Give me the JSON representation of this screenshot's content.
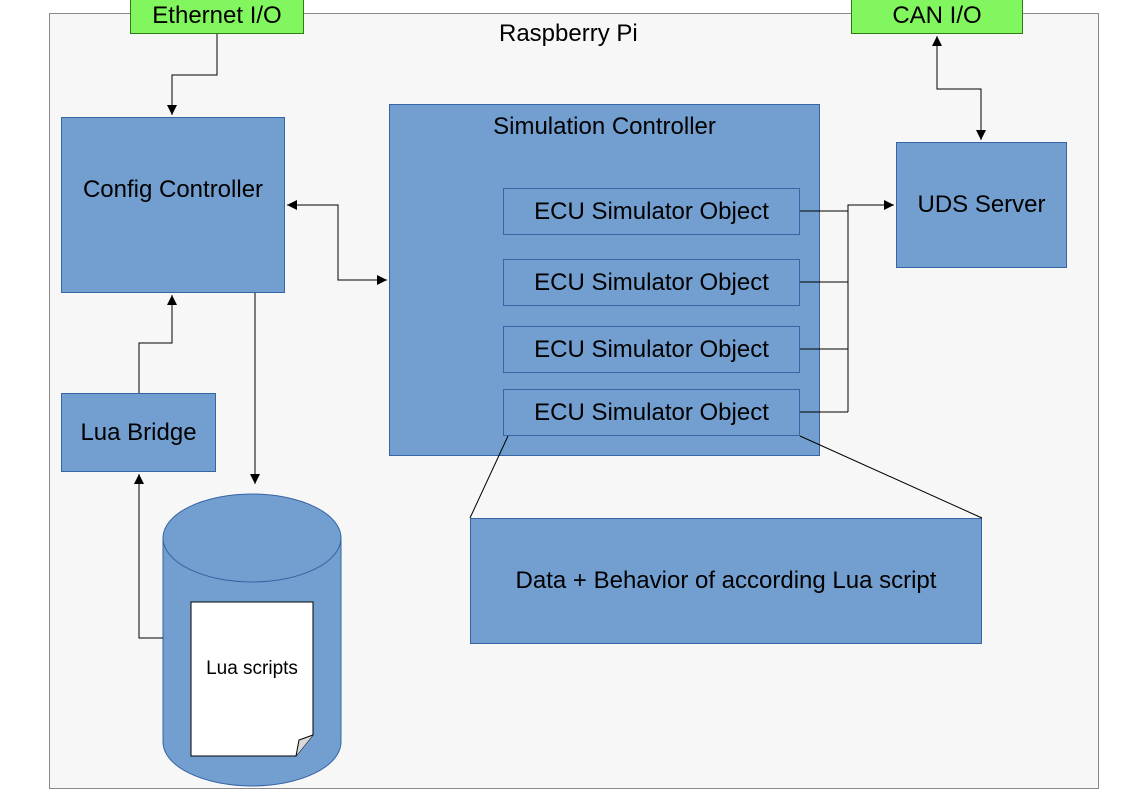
{
  "diagram": {
    "container_label": "Raspberry Pi",
    "io": {
      "ethernet": "Ethernet I/O",
      "can": "CAN I/O"
    },
    "blocks": {
      "config_controller": "Config Controller",
      "simulation_controller": "Simulation Controller",
      "uds_server": "UDS Server",
      "lua_bridge": "Lua Bridge",
      "lua_scripts": "Lua scripts",
      "detail": "Data + Behavior of according Lua script"
    },
    "ecu_objects": [
      "ECU Simulator Object",
      "ECU Simulator Object",
      "ECU Simulator Object",
      "ECU Simulator Object"
    ]
  },
  "colors": {
    "block_fill": "#729fcf",
    "block_border": "#3465a4",
    "io_fill": "#81f65f",
    "container_fill": "#f7f7f7"
  }
}
